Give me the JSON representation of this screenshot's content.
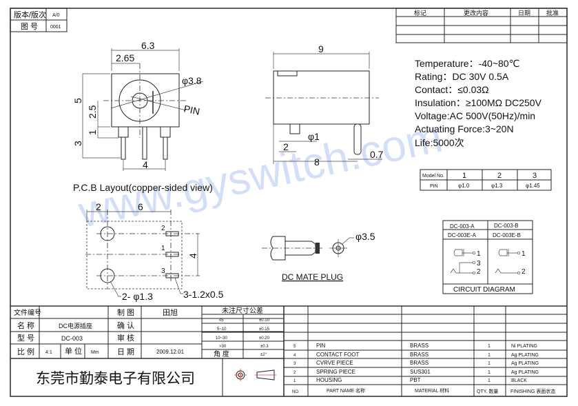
{
  "header_box": {
    "version_label": "版本/版次",
    "version_value": "A/0",
    "drawing_no_label": "图 号",
    "drawing_no_value": "0001"
  },
  "revision_table": {
    "headers": [
      "标记",
      "更改内容",
      "日期",
      "批准"
    ]
  },
  "front_view": {
    "dim_width": "6.3",
    "dim_offset": "2.65",
    "dim_dia": "φ3.8",
    "pin_label": "PIN",
    "dim_height": "5",
    "dim_center": "2.5",
    "dim_step": "1",
    "dim_pin_len": "3",
    "dim_pin_pitch": "4"
  },
  "side_view": {
    "dim_length": "9",
    "dim_pin_dia": "φ1",
    "dim_pin_offset": "2",
    "dim_pin_span": "8",
    "dim_pin_thick": "0.7"
  },
  "specs": [
    "Temperature：-40~80℃",
    "Rating：DC 30V 0.5A",
    "Contact：≤0.03Ω",
    "Insulation：≥100MΩ DC250V",
    "Voltage:AC 500V(50Hz)/min",
    "Actuating Force:3~20N",
    "Life:5000次"
  ],
  "model_table": {
    "headers": [
      "Model No.",
      "1",
      "2",
      "3"
    ],
    "row": [
      "PIN",
      "φ1.0",
      "φ1.3",
      "φ1.45"
    ]
  },
  "pcb": {
    "title": "P.C.B Layout(copper-sided view)",
    "dim_a": "2",
    "dim_b": "6",
    "dim_c": "4",
    "pin_labels": [
      "2",
      "1",
      "3"
    ],
    "hole_note": "2- φ1.3",
    "pad_note": "3-1.2x0.5"
  },
  "plug": {
    "title": "DC MATE PLUG",
    "dim": "φ3.5"
  },
  "circuit": {
    "models": [
      "DC-003-A",
      "DC-003-B",
      "DC-003E-A",
      "DC-003E-B"
    ],
    "terminals_a": [
      "1",
      "3",
      "2"
    ],
    "terminals_b": [
      "1",
      "2"
    ],
    "title": "CIRCUIT DIAGRAM"
  },
  "title_block": {
    "rows": [
      {
        "label": "文件编号",
        "value": "",
        "label2": "制 图",
        "value2": "田旭"
      },
      {
        "label": "名 称",
        "value": "DC电源插座",
        "label2": "确 认",
        "value2": ""
      },
      {
        "label": "型 号",
        "value": "DC-003",
        "label2": "审 核",
        "value2": ""
      }
    ],
    "scale_label": "比 例",
    "scale_value": "4:1",
    "unit_label": "单 位",
    "unit_value": "Mm",
    "date_label": "日 期",
    "date_value": "2009.12.01",
    "tolerance_title": "未注尺寸公差",
    "tolerances": [
      [
        "≤5",
        "±0.10"
      ],
      [
        "5~10",
        "±0.15"
      ],
      [
        "10~30",
        "±0.20"
      ],
      [
        ">30",
        "±0.3"
      ],
      [
        "角 度",
        "±2°"
      ]
    ],
    "company": "东莞市勤泰电子有限公司"
  },
  "parts": {
    "items": [
      {
        "no": "5",
        "name": "PIN",
        "material": "BRASS",
        "qty": "1",
        "finish": "Ni PLATING"
      },
      {
        "no": "4",
        "name": "CONTACT  FOOT",
        "material": "BRASS",
        "qty": "1",
        "finish": "Ag PLATING"
      },
      {
        "no": "3",
        "name": "CVRVE  PIECE",
        "material": "BRASS",
        "qty": "1",
        "finish": "Ag PLATING"
      },
      {
        "no": "2",
        "name": "SPRING  PIECE",
        "material": "SUS301",
        "qty": "1",
        "finish": "Ag PLATING"
      },
      {
        "no": "1",
        "name": "HOUSING",
        "material": "PBT",
        "qty": "1",
        "finish": "BLACK"
      }
    ],
    "headers": {
      "no": "NO.",
      "name": "PART  NAME 名称",
      "material": "MATERIAL 材料",
      "qty": "QTY. 数量",
      "finish": "FINISHING 表面状态"
    }
  },
  "watermark": "www.gyswitch.com"
}
